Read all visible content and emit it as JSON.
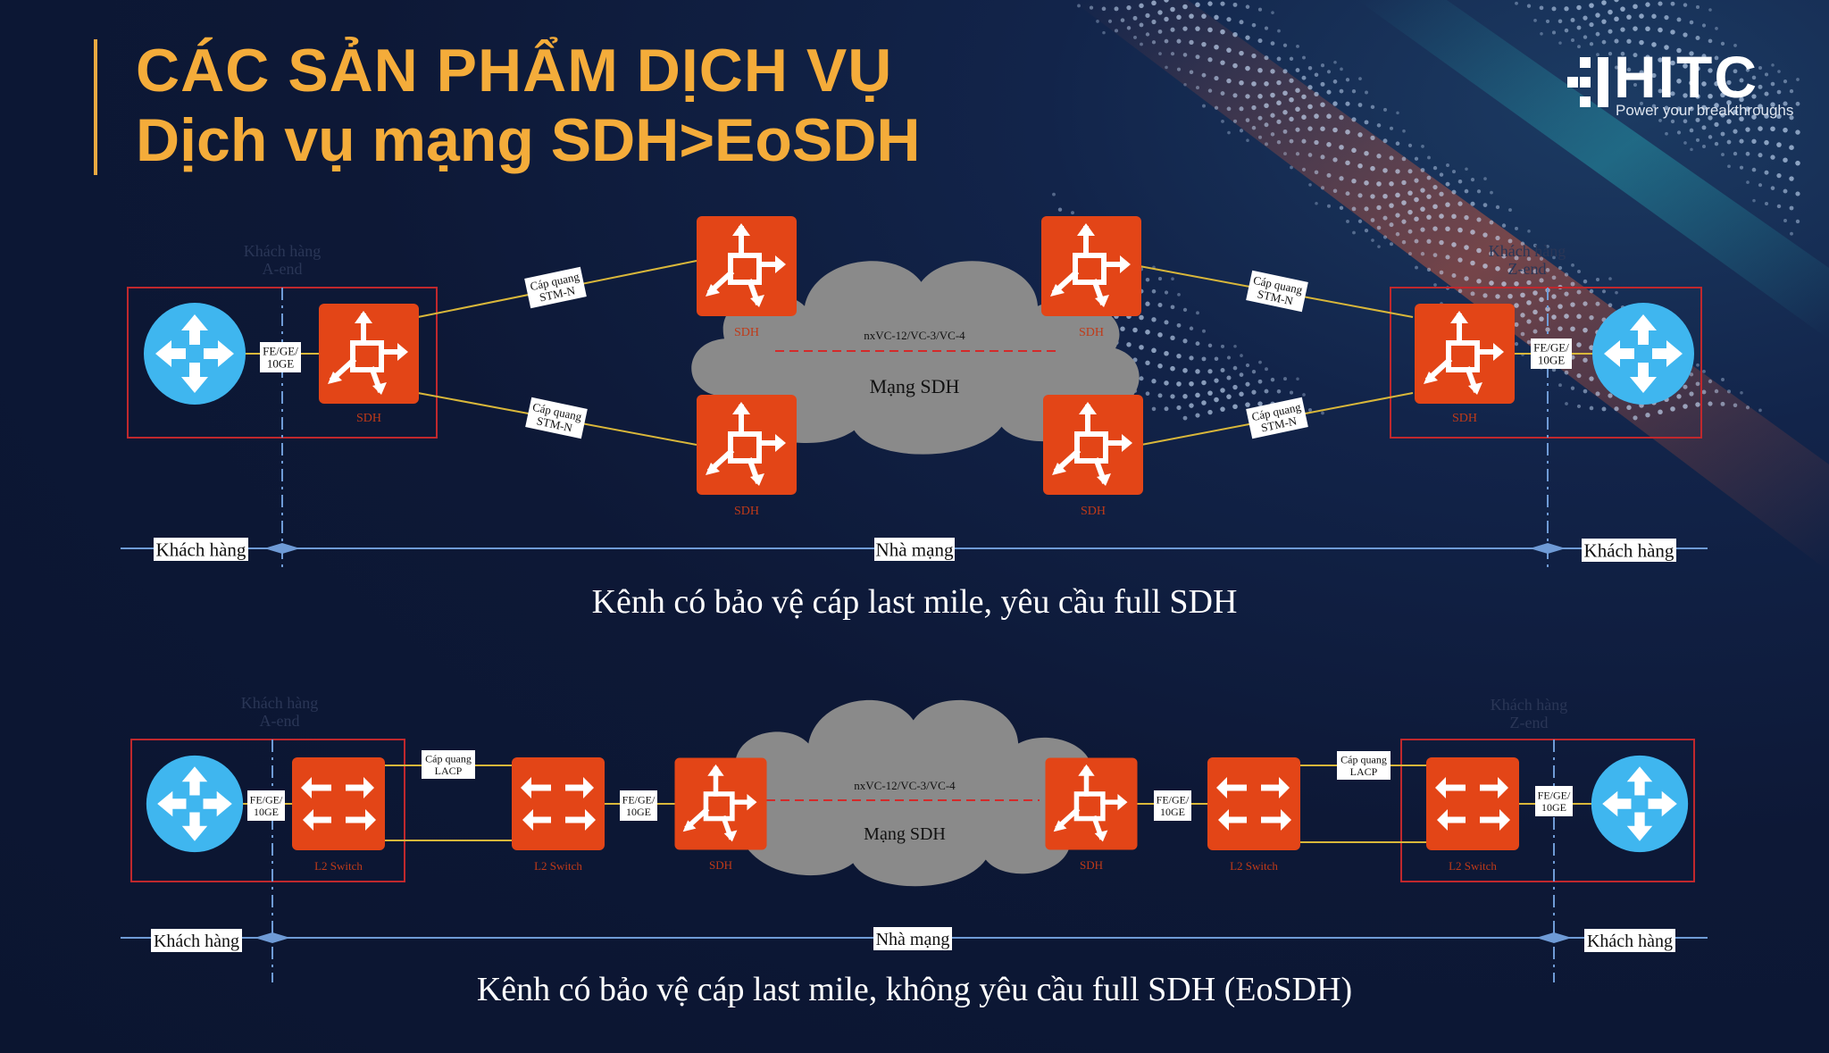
{
  "slide": {
    "title_line1": "CÁC SẢN PHẨM DỊCH VỤ",
    "title_line2": "Dịch vụ mạng SDH>EoSDH"
  },
  "logo": {
    "name": "HITC",
    "tagline": "Power your breakthroughs"
  },
  "colors": {
    "accent": "#f4ac3a",
    "device_orange": "#e34517",
    "router_blue": "#3fb6ef",
    "cloud_gray": "#8a8a8a",
    "link_yellow": "#d9b73a",
    "border_red": "#c0282d",
    "axis_blue": "#6f9bd6"
  },
  "diagram1": {
    "caption": "Kênh có bảo vệ cáp last mile, yêu cầu full SDH",
    "customer_a": "Khách hàng\nA-end",
    "customer_z": "Khách hàng\nZ-end",
    "port_a": "FE/GE/\n10GE",
    "port_z": "FE/GE/\n10GE",
    "cloud_label": "Mạng SDH",
    "cloud_channel": "nxVC-12/VC-3/VC-4",
    "fiber_labels": [
      "Cáp quang\nSTM-N",
      "Cáp quang\nSTM-N",
      "Cáp quang\nSTM-N",
      "Cáp quang\nSTM-N"
    ],
    "device_label": "SDH",
    "axis": {
      "left": "Khách hàng",
      "middle": "Nhà mạng",
      "right": "Khách hàng"
    }
  },
  "diagram2": {
    "caption": "Kênh có bảo vệ cáp last mile, không yêu cầu full SDH (EoSDH)",
    "customer_a": "Khách hàng\nA-end",
    "customer_z": "Khách hàng\nZ-end",
    "port_labels": [
      "FE/GE/\n10GE",
      "FE/GE/\n10GE",
      "FE/GE/\n10GE",
      "FE/GE/\n10GE"
    ],
    "lacp_labels": [
      "Cáp quang\nLACP",
      "Cáp quang\nLACP"
    ],
    "cloud_label": "Mạng SDH",
    "cloud_channel": "nxVC-12/VC-3/VC-4",
    "switch_label": "L2 Switch",
    "sdh_label": "SDH",
    "axis": {
      "left": "Khách hàng",
      "middle": "Nhà mạng",
      "right": "Khách hàng"
    }
  }
}
